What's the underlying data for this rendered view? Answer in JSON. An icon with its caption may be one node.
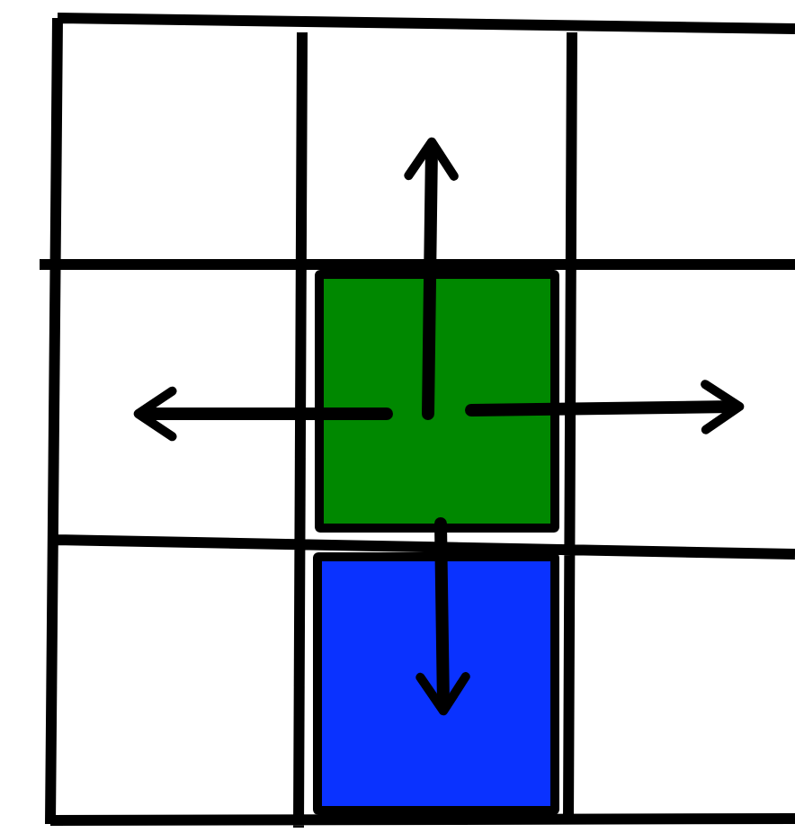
{
  "diagram": {
    "nodes": [
      {
        "text": [],
        "shape": "box"
      },
      {
        "text": [],
        "shape": "box"
      }
    ],
    "edges": [
      {
        "from": 0,
        "to": 1,
        "arrow": "to"
      }
    ]
  }
}
